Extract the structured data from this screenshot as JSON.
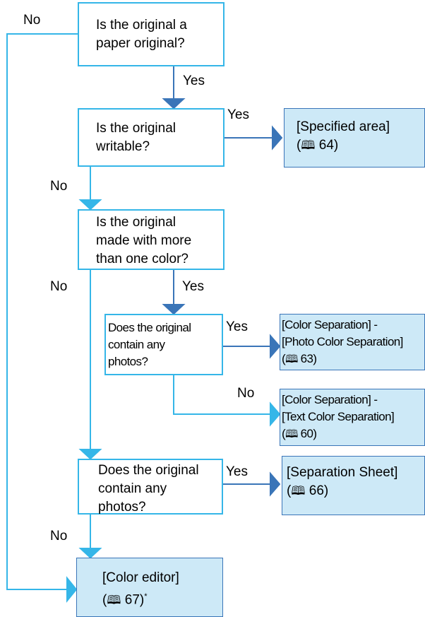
{
  "questions": {
    "paper": {
      "line1": "Is the original a",
      "line2": "paper original?"
    },
    "writable": {
      "line1": "Is the original",
      "line2": "writable?"
    },
    "colors": {
      "line1": "Is the original",
      "line2": "made with more",
      "line3": "than one color?"
    },
    "photos_color": {
      "line1": "Does the original",
      "line2": "contain any",
      "line3": "photos?"
    },
    "photos_mono": {
      "line1": "Does the original",
      "line2": "contain any",
      "line3": "photos?"
    }
  },
  "results": {
    "specified_area": {
      "title": "[Specified area]",
      "page": "64"
    },
    "photo_sep": {
      "line1": "[Color Separation] -",
      "line2": "[Photo Color Separation]",
      "page": "63"
    },
    "text_sep": {
      "line1": "[Color Separation] -",
      "line2": "[Text Color Separation]",
      "page": "60"
    },
    "separation_sheet": {
      "title": "[Separation Sheet]",
      "page": "66"
    },
    "color_editor": {
      "title": "[Color editor]",
      "page": "67",
      "footnote": "*"
    }
  },
  "labels": {
    "yes": "Yes",
    "no": "No"
  },
  "book_icon": "book-icon",
  "colors": {
    "question_border": "#35b6e8",
    "result_fill": "#cde9f7",
    "yes_arrow": "#3a75b8",
    "no_arrow": "#35b6e8"
  }
}
